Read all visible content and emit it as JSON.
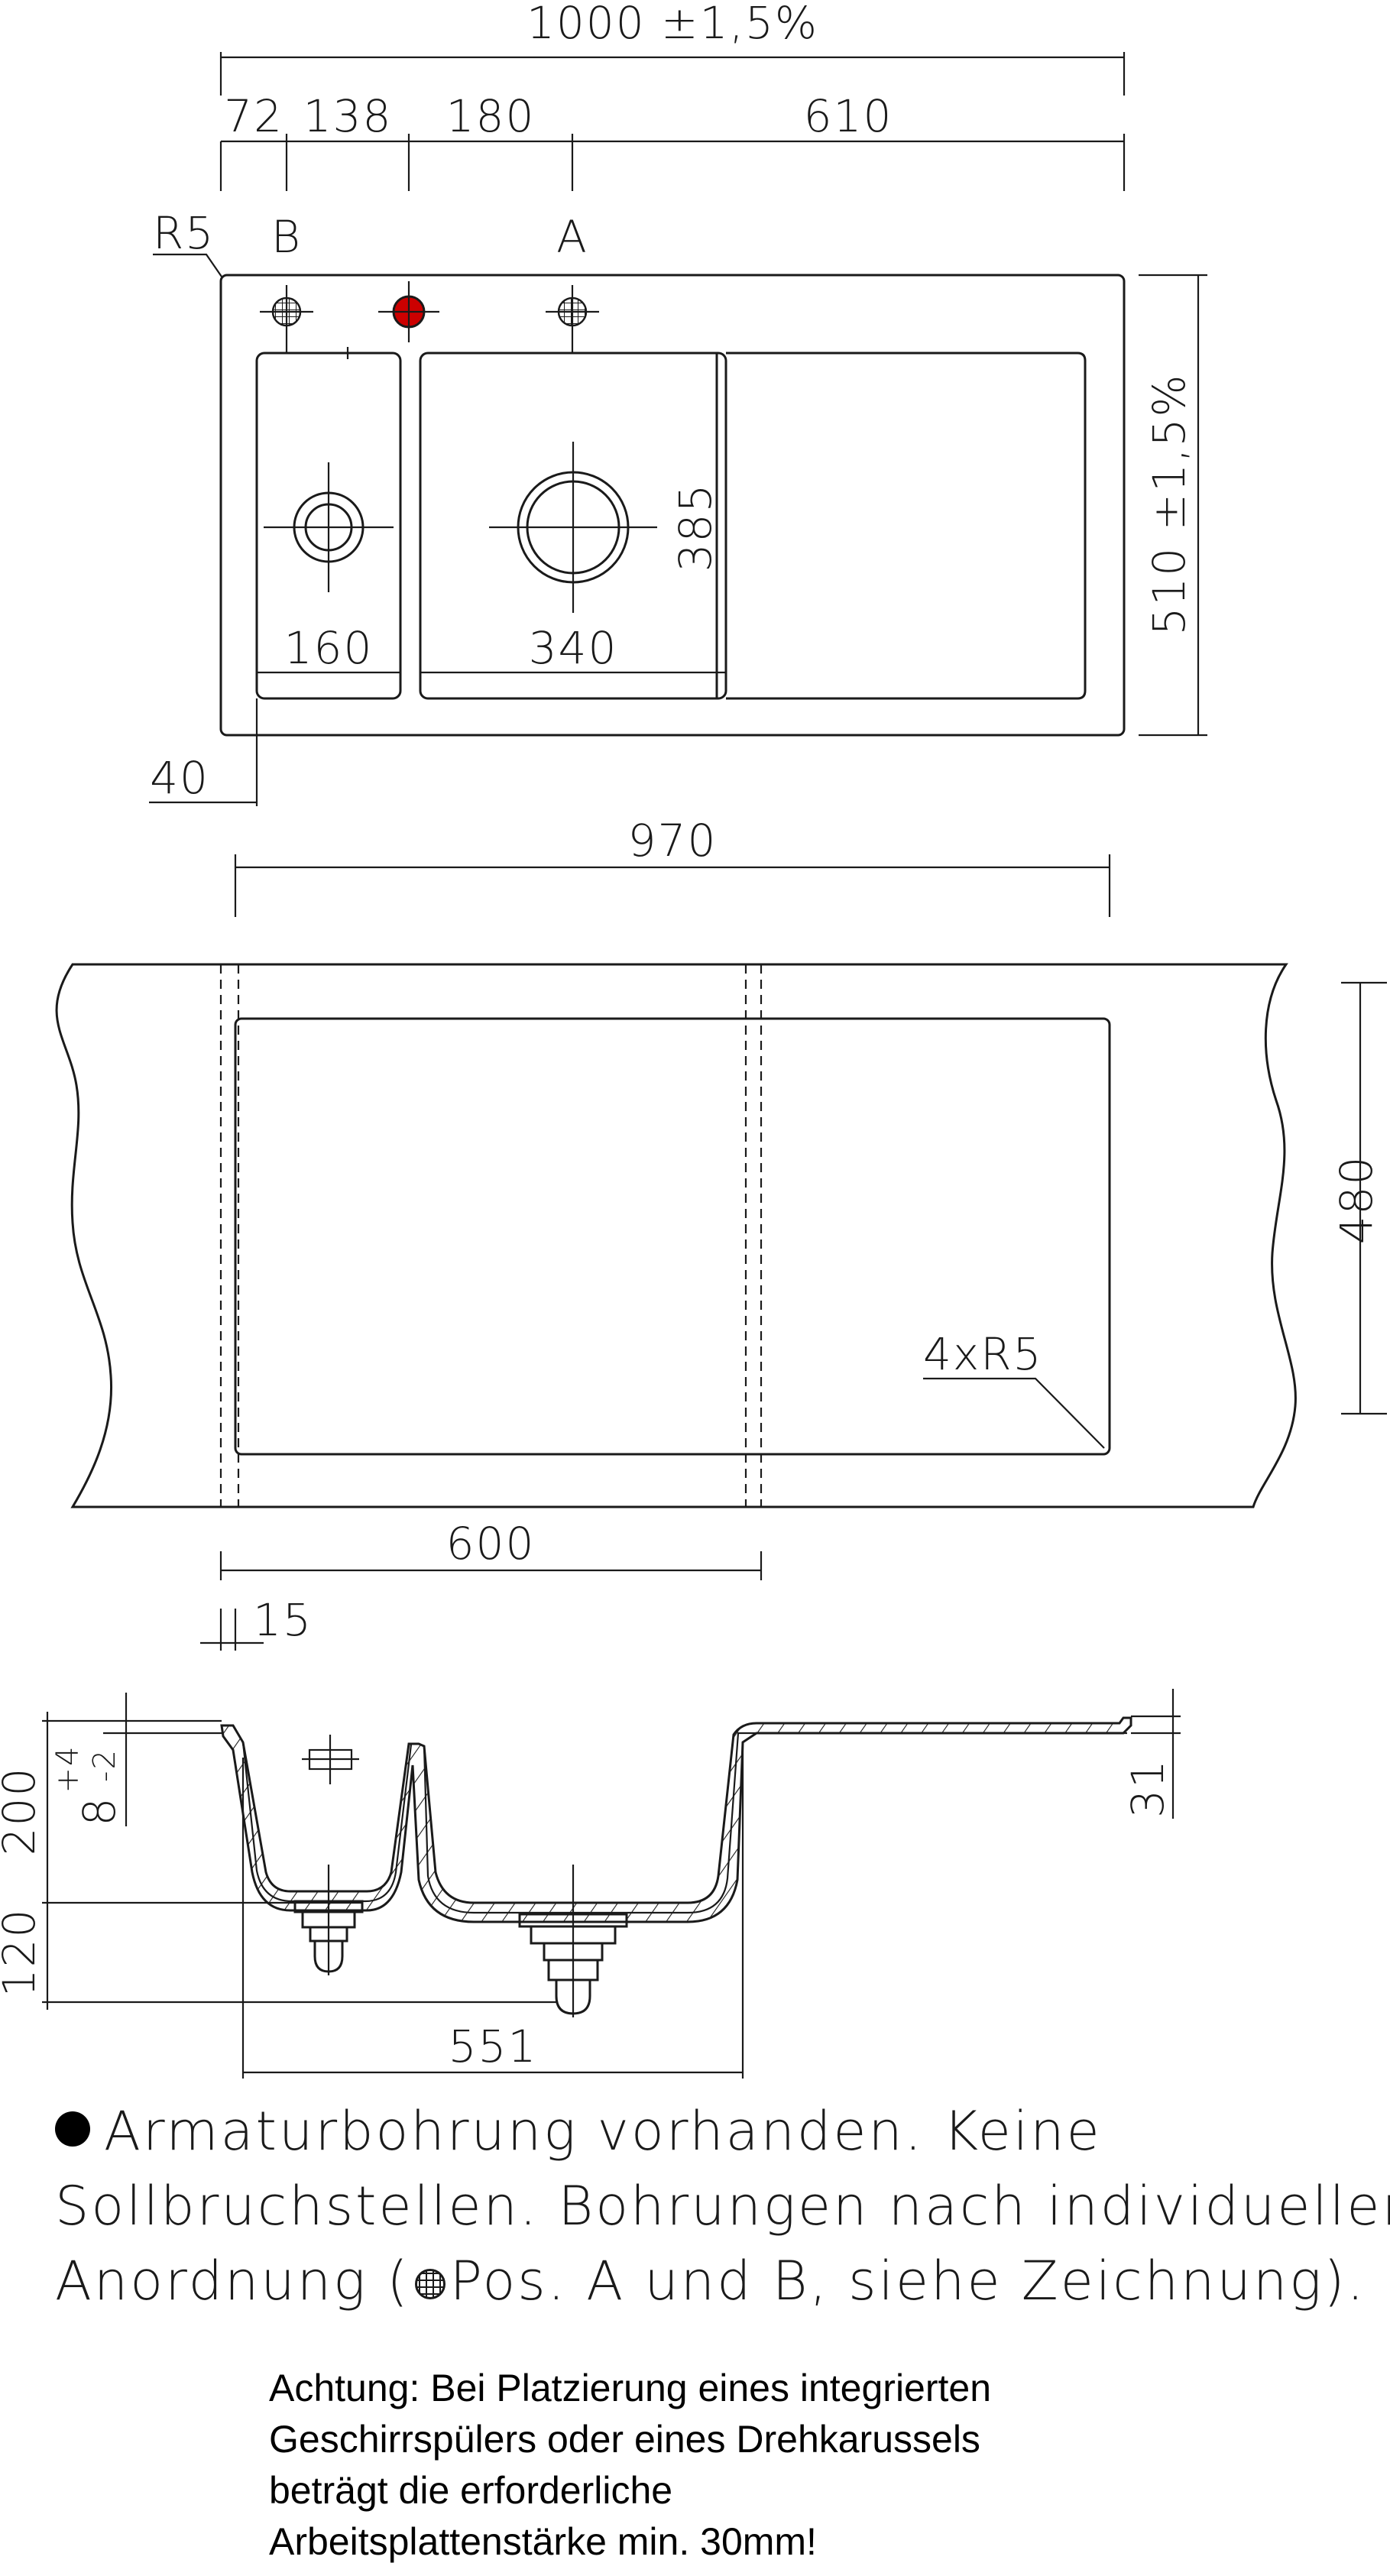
{
  "dimensions": {
    "overall_width": "1000 ±1,5%",
    "offset_72": "72",
    "offset_138": "138",
    "offset_180": "180",
    "offset_610": "610",
    "corner_radius": "R5",
    "position_b": "B",
    "position_a": "A",
    "small_bowl_width": "160",
    "large_bowl_width": "340",
    "bowl_depth_385": "385",
    "overall_depth": "510 ±1,5%",
    "edge_40": "40",
    "cutout_width": "970",
    "cutout_depth": "480",
    "cutout_radius": "4xR5",
    "cabinet_600": "600",
    "margin_15": "15",
    "height_200": "200",
    "height_120": "120",
    "tolerance_8": "8",
    "tolerance_plus": "+4",
    "tolerance_minus": "-2",
    "drainer_31": "31",
    "width_551": "551"
  },
  "notes": {
    "line1": "Armaturbohrung vorhanden. Keine",
    "line2": "Sollbruchstellen. Bohrungen nach individueller",
    "line3_pre": "Anordnung (",
    "line3_post": "Pos. A und B, siehe Zeichnung)."
  },
  "warning": {
    "line1": "Achtung: Bei Platzierung eines integrierten",
    "line2": "Geschirrspülers oder eines Drehkarussels",
    "line3": "beträgt die erforderliche",
    "line4": "Arbeitsplattenstärke min. 30mm!"
  },
  "colors": {
    "line": "#1a1a1a",
    "tap_hole_fill": "#cc0000"
  },
  "icons": {
    "tap_hole_existing": "filled-circle",
    "tap_hole_optional": "grid-circle"
  }
}
